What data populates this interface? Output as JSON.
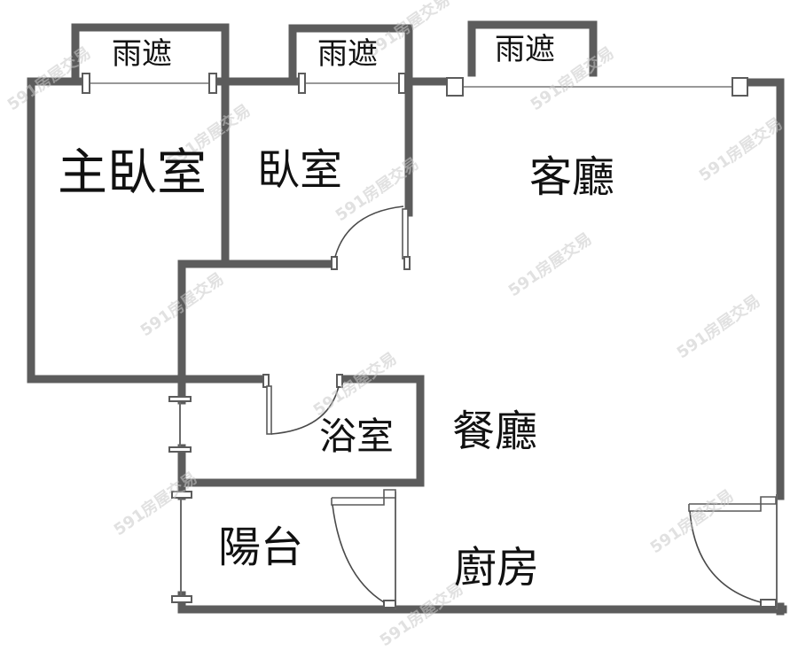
{
  "floorplan": {
    "rooms": {
      "canopy_1": {
        "label": "雨遮"
      },
      "canopy_2": {
        "label": "雨遮"
      },
      "canopy_3": {
        "label": "雨遮"
      },
      "master_bedroom": {
        "label": "主臥室"
      },
      "bedroom": {
        "label": "臥室"
      },
      "living_room": {
        "label": "客廳"
      },
      "bathroom": {
        "label": "浴室"
      },
      "dining_room": {
        "label": "餐廳"
      },
      "balcony": {
        "label": "陽台"
      },
      "kitchen": {
        "label": "廚房"
      }
    },
    "colors": {
      "wall": "#5c5c5c",
      "background": "#ffffff",
      "text": "#111111",
      "watermark": "#c8c8c8"
    },
    "watermark": "591房屋交易"
  }
}
